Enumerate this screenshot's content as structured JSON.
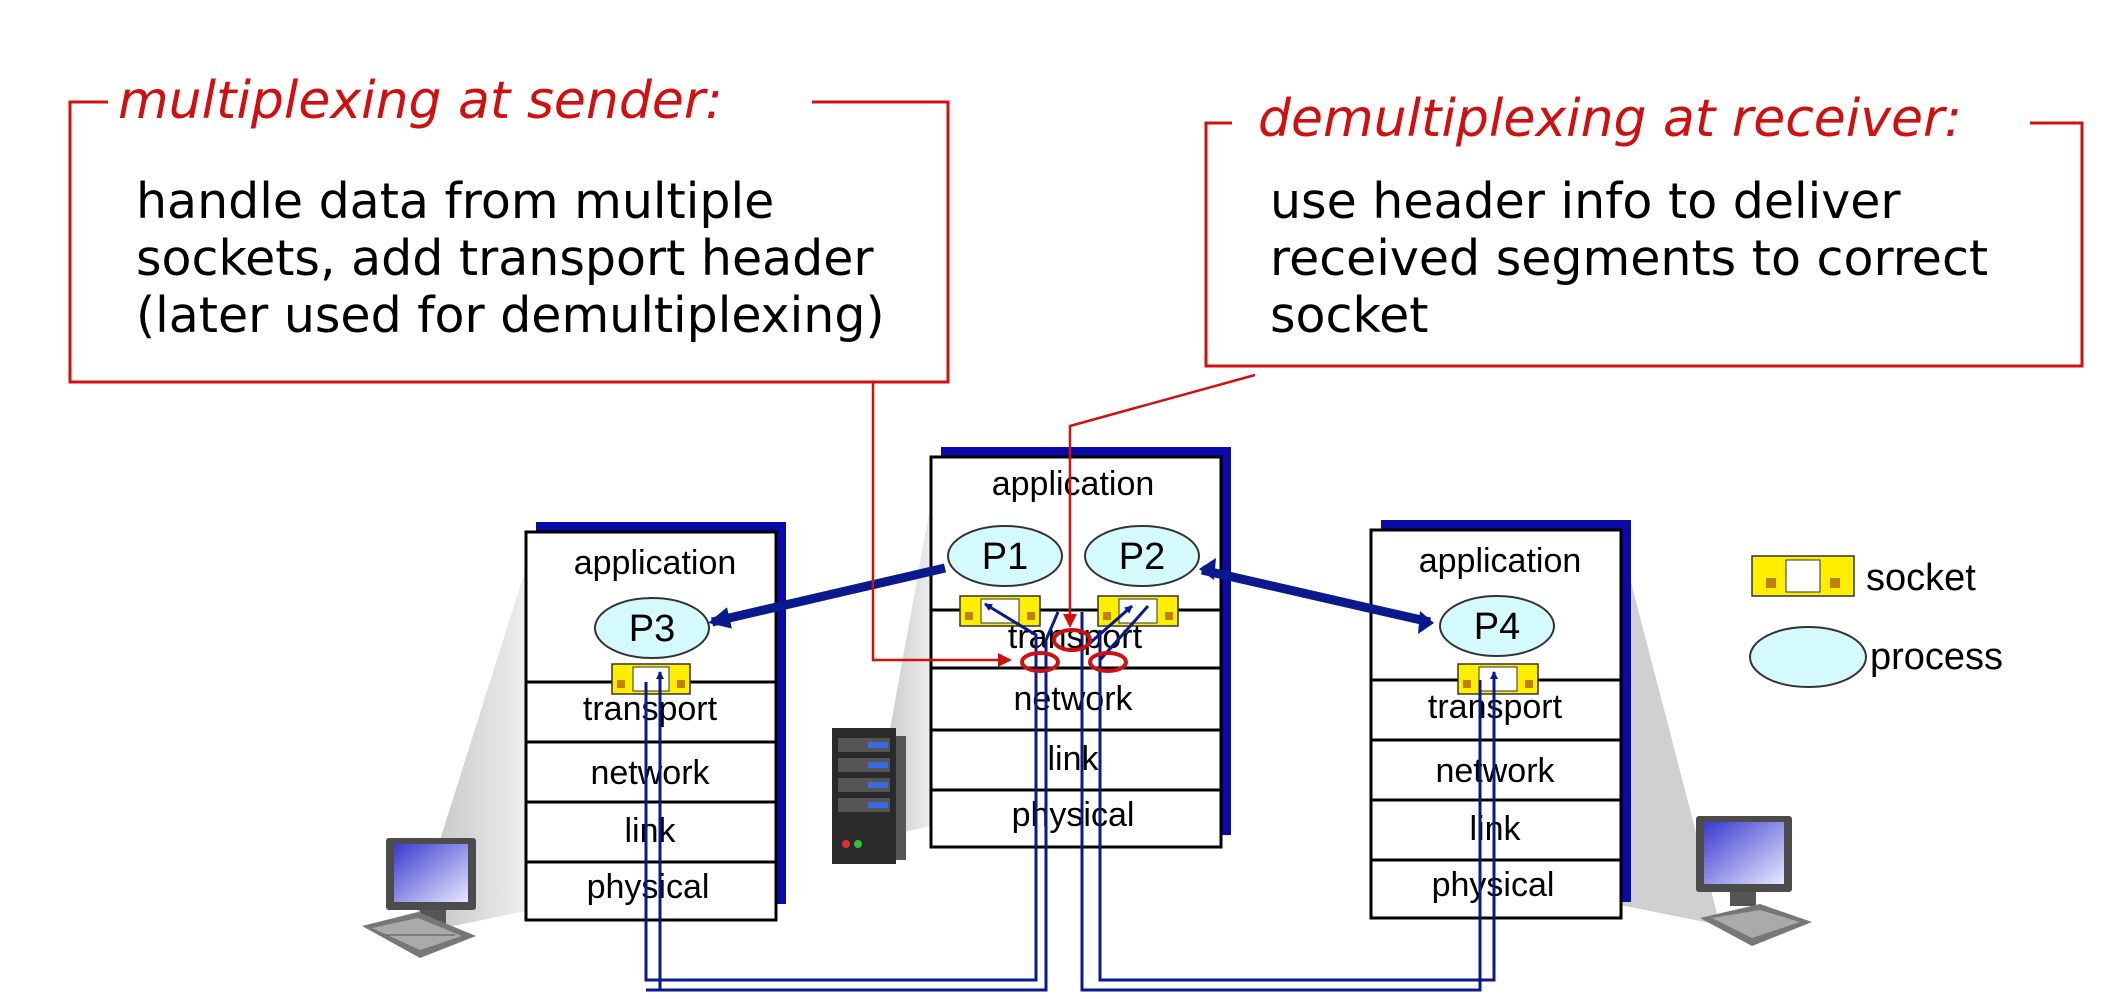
{
  "callouts": {
    "sender": {
      "title": "multiplexing at sender:",
      "lines": [
        "handle data from multiple",
        "sockets, add transport header",
        "(later used for demultiplexing)"
      ]
    },
    "receiver": {
      "title": "demultiplexing at receiver:",
      "lines": [
        "use header info to deliver",
        "received segments to correct",
        "socket"
      ]
    }
  },
  "hosts": {
    "left": {
      "layers": [
        "application",
        "transport",
        "network",
        "link",
        "physical"
      ],
      "processes": [
        "P3"
      ]
    },
    "middle": {
      "layers": [
        "application",
        "transport",
        "network",
        "link",
        "physical"
      ],
      "processes": [
        "P1",
        "P2"
      ]
    },
    "right": {
      "layers": [
        "application",
        "transport",
        "network",
        "link",
        "physical"
      ],
      "processes": [
        "P4"
      ]
    }
  },
  "legend": {
    "socket_label": "socket",
    "process_label": "process"
  },
  "colors": {
    "callout_red": "#d01010",
    "link_navy": "#0a1a8c",
    "socket_yellow": "#ffee00",
    "process_cyan": "#d4fafd",
    "stack_shadow": "#0a0aa8"
  }
}
